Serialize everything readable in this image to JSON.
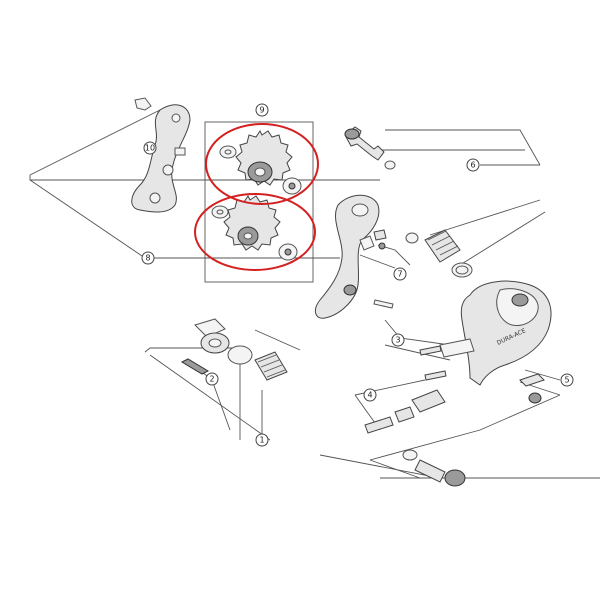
{
  "callouts": {
    "c1": "1",
    "c2": "2",
    "c3": "3",
    "c4": "4",
    "c5": "5",
    "c6": "6",
    "c7": "7",
    "c8": "8",
    "c9": "9",
    "c10": "10"
  },
  "brand_text": "DURA-ACE",
  "colors": {
    "highlight": "#d42020",
    "line": "#555555"
  }
}
